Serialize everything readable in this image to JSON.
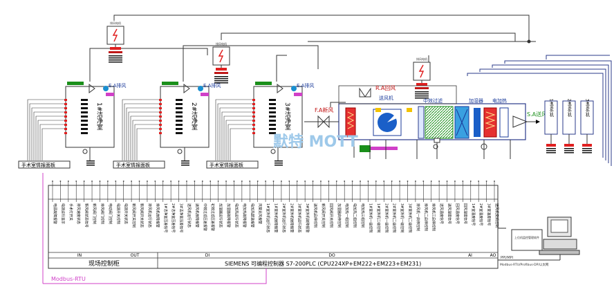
{
  "rooms": [
    {
      "label": "1#洁净室",
      "ea": "E.A排风",
      "panel": "手术室情报面板"
    },
    {
      "label": "2#洁净室",
      "ea": "E.A排风",
      "panel": "手术室情报面板"
    },
    {
      "label": "3#洁净室",
      "ea": "E.A排风",
      "panel": "手术室情报面板"
    }
  ],
  "exhaust_fans": [
    {
      "label": "排风电机"
    },
    {
      "label": "排风电机"
    },
    {
      "label": "排风电机"
    }
  ],
  "ahu": {
    "ra": "R.A回风",
    "fa": "F.A新风",
    "sa": "S.A送风",
    "fan": "送风机",
    "mid_filter": "中效过滤",
    "humidifier": "加湿器",
    "heater": "电加热"
  },
  "outdoor_units": [
    "1#室外机",
    "2#室外机",
    "3#室外机"
  ],
  "watermark": "默特 MOTT",
  "plc": {
    "groups": [
      "IN",
      "OUT",
      "DI",
      "DO",
      "AI",
      "AO"
    ],
    "cabinet": "现场控制柜",
    "title": "SIEMENS   可编程控制器 S7-200PLC (CPU224XP+EM222+EM223+EM231)",
    "modbus": "Modbus-RTU"
  },
  "pc": {
    "screen": "上位机监控管理软件",
    "link1": "PPI/MPI",
    "link2": "Modbus-RTU/Profibus-DP/以太网"
  },
  "plc_terminals": [
    "电源故障报警",
    "电源运行显示",
    "手术灯开关",
    "排风速度状态",
    "新风阀状态信号",
    "新风阀门控制",
    "排风阀门控制",
    "电动阀门控制",
    "电源开关控制",
    "电源开关状态",
    "新风阀开关控制",
    "新风阀开关状态",
    "排风机运行状态",
    "排风机故障报警",
    "1#洁净室压差信号",
    "2#洁净室压差信号",
    "3#洁净室压差信号",
    "送风机运行状态",
    "送风机故障报警",
    "中效过滤压差报警",
    "初效过滤压差报警",
    "加湿器运行状态",
    "加湿器故障报警",
    "电加热运行状态",
    "电加热故障报警",
    "电加热超温报警",
    "风管无风报警",
    "1#室外机运行状态",
    "1#室外机故障报警",
    "2#室外机运行状态",
    "2#室外机故障报警",
    "3#室外机运行状态",
    "3#室外机故障报警",
    "送风机启停控制",
    "新风阀开关控制",
    "回风阀开关控制",
    "加湿器启停控制",
    "电加热一组控制",
    "电加热二组控制",
    "电加热三组控制",
    "1#室外机一级控制",
    "1#室外机二级控制",
    "2#室外机一级控制",
    "2#室外机二级控制",
    "3#室外机一级控制",
    "3#室外机二级控制",
    "排风机一启停控制",
    "排风机二启停控制",
    "排风机三启停控制",
    "送风温度信号",
    "送风湿度信号",
    "回风温度信号",
    "回风湿度信号",
    "1#室温度信号",
    "2#室温度信号",
    "3#室温度信号",
    "送风机变频控制"
  ]
}
